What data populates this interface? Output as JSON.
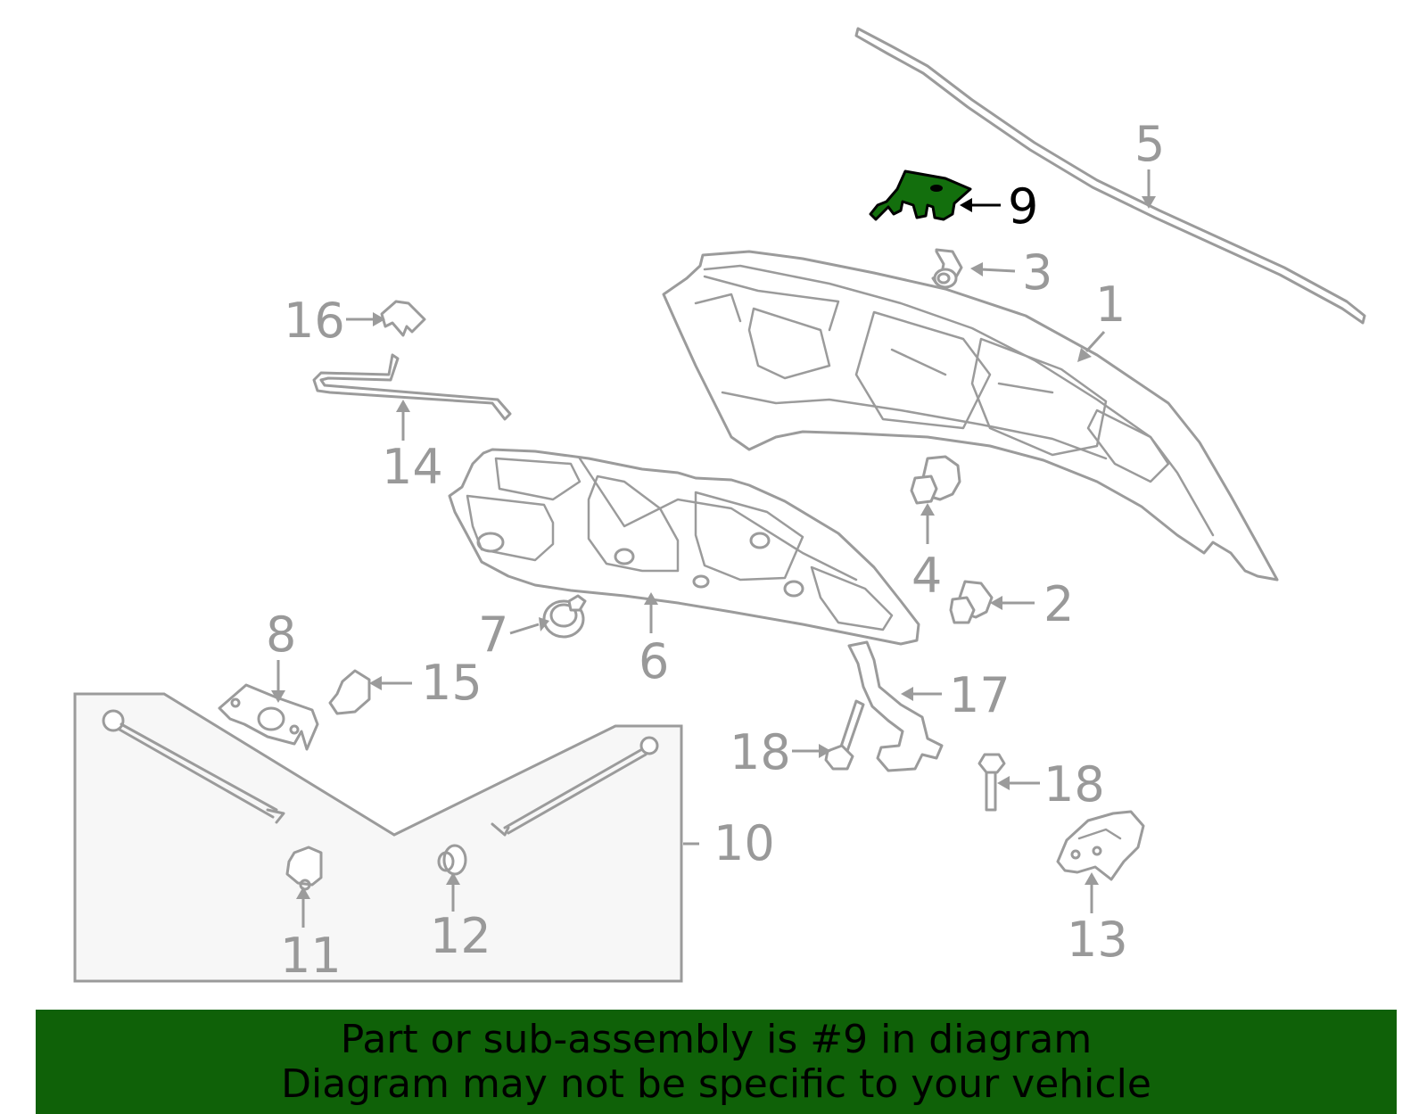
{
  "diagram": {
    "highlighted_part": "9",
    "highlight_color": "#136f0d",
    "banner_color": "#0f6108",
    "labels": {
      "p1": "1",
      "p2": "2",
      "p3": "3",
      "p4": "4",
      "p5": "5",
      "p6": "6",
      "p7": "7",
      "p8": "8",
      "p9": "9",
      "p10": "10",
      "p11": "11",
      "p12": "12",
      "p13": "13",
      "p14": "14",
      "p15": "15",
      "p16": "16",
      "p17": "17",
      "p18a": "18",
      "p18b": "18"
    }
  },
  "banner": {
    "line1": "Part or sub-assembly is #9 in diagram",
    "line2": "Diagram may not be specific to your vehicle"
  }
}
